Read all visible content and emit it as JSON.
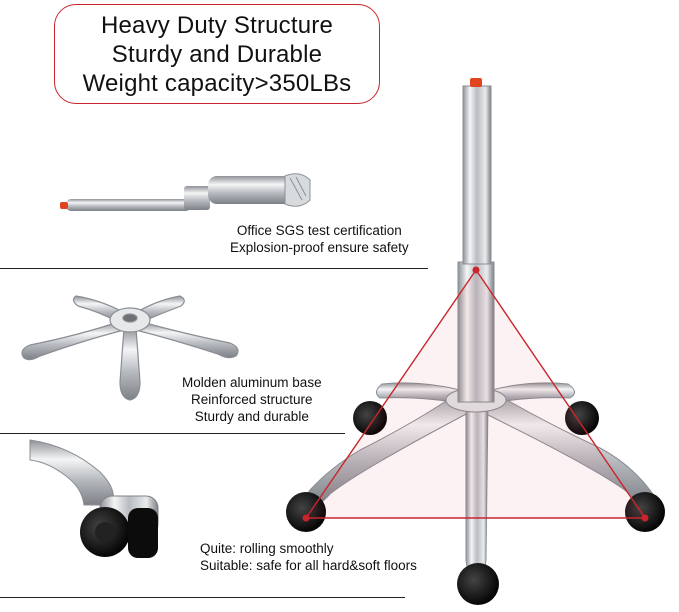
{
  "headline": {
    "line1": "Heavy Duty Structure",
    "line2": "Sturdy and Durable",
    "line3": "Weight capacity>350LBs"
  },
  "features": [
    {
      "line1": "Office SGS test certification",
      "line2": "Explosion-proof ensure safety"
    },
    {
      "line1": "Molden aluminum base",
      "line2": "Reinforced structure",
      "line3": "Sturdy and durable"
    },
    {
      "line1": "Quite: rolling smoothly",
      "line2": "Suitable: safe for all hard&soft floors"
    }
  ],
  "colors": {
    "accent": "#c8262c",
    "chrome": "#c9ccd0",
    "caster": "#111111",
    "rule": "#222222"
  }
}
